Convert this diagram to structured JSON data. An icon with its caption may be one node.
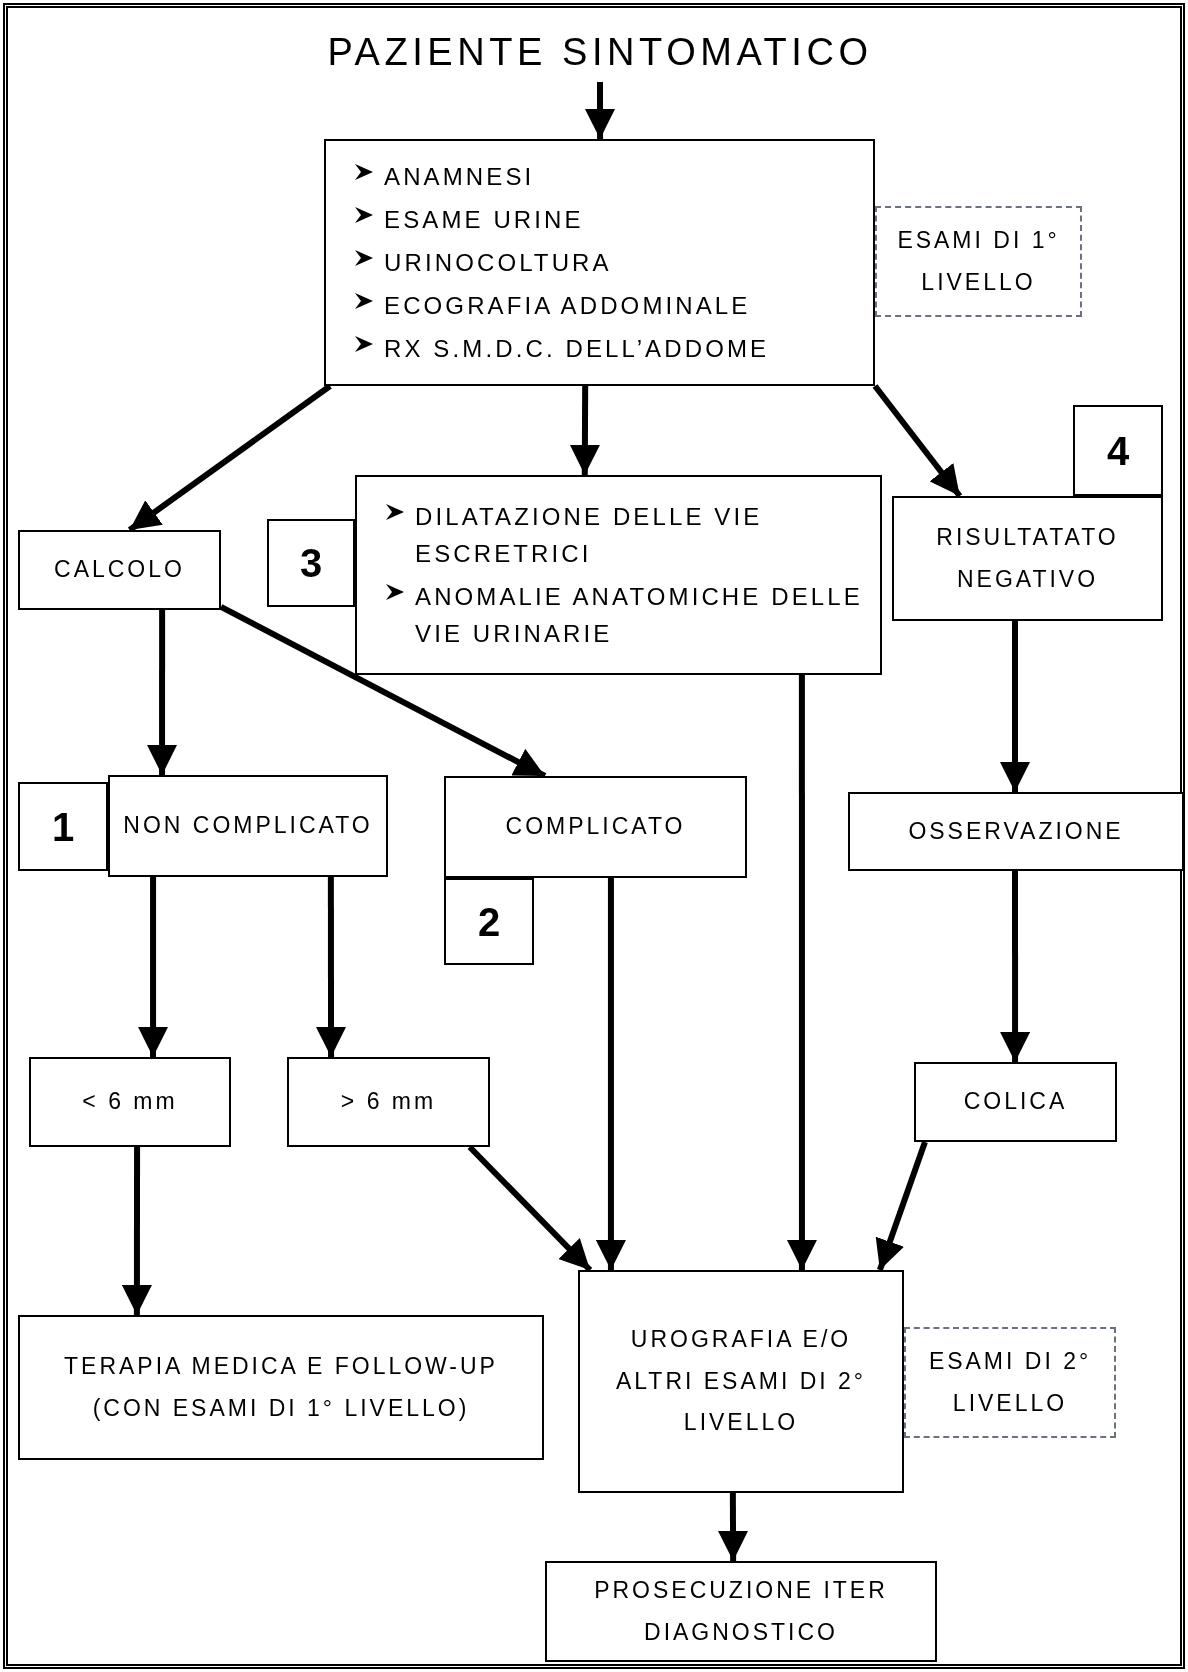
{
  "diagram": {
    "nodes": [
      {
        "text": [
          "PAZIENTE SINTOMATICO"
        ]
      },
      {
        "text": [
          "ANAMNESI",
          "ESAME URINE",
          "URINOCOLTURA",
          "ECOGRAFIA ADDOMINALE",
          "RX S.M.D.C. DELL’ADDOME"
        ]
      },
      {
        "text": [
          "ESAMI DI 1° LIVELLO"
        ]
      },
      {
        "text": [
          "CALCOLO"
        ]
      },
      {
        "text": [
          "3"
        ]
      },
      {
        "text": [
          "DILATAZIONE DELLE VIE ESCRETRICI",
          "ANOMALIE ANATOMICHE DELLE VIE URINARIE"
        ]
      },
      {
        "text": [
          "4"
        ]
      },
      {
        "text": [
          "RISULTATATO NEGATIVO"
        ]
      },
      {
        "text": [
          "1"
        ]
      },
      {
        "text": [
          "NON COMPLICATO"
        ]
      },
      {
        "text": [
          "COMPLICATO"
        ]
      },
      {
        "text": [
          "2"
        ]
      },
      {
        "text": [
          "OSSERVAZIONE"
        ]
      },
      {
        "text": [
          "< 6 mm"
        ]
      },
      {
        "text": [
          "> 6 mm"
        ]
      },
      {
        "text": [
          "COLICA"
        ]
      },
      {
        "text": [
          "TERAPIA MEDICA E FOLLOW-UP (CON ESAMI DI 1° LIVELLO)"
        ]
      },
      {
        "text": [
          "UROGRAFIA E/O ALTRI ESAMI DI 2° LIVELLO"
        ]
      },
      {
        "text": [
          "ESAMI DI 2° LIVELLO"
        ]
      },
      {
        "text": [
          "PROSECUZIONE ITER DIAGNOSTICO"
        ]
      }
    ],
    "edges": [
      {
        "from": 0,
        "to": 1,
        "arrow": "to"
      },
      {
        "from": 1,
        "to": 3,
        "arrow": "to"
      },
      {
        "from": 1,
        "to": 5,
        "arrow": "to"
      },
      {
        "from": 1,
        "to": 7,
        "arrow": "to"
      },
      {
        "from": 3,
        "to": 9,
        "arrow": "to"
      },
      {
        "from": 3,
        "to": 10,
        "arrow": "to"
      },
      {
        "from": 9,
        "to": 13,
        "arrow": "to"
      },
      {
        "from": 9,
        "to": 14,
        "arrow": "to"
      },
      {
        "from": 13,
        "to": 16,
        "arrow": "to"
      },
      {
        "from": 14,
        "to": 17,
        "arrow": "to"
      },
      {
        "from": 10,
        "to": 17,
        "arrow": "to"
      },
      {
        "from": 5,
        "to": 17,
        "arrow": "to"
      },
      {
        "from": 15,
        "to": 17,
        "arrow": "to"
      },
      {
        "from": 7,
        "to": 12,
        "arrow": "to"
      },
      {
        "from": 12,
        "to": 15,
        "arrow": "to"
      },
      {
        "from": 17,
        "to": 19,
        "arrow": "to"
      }
    ]
  }
}
